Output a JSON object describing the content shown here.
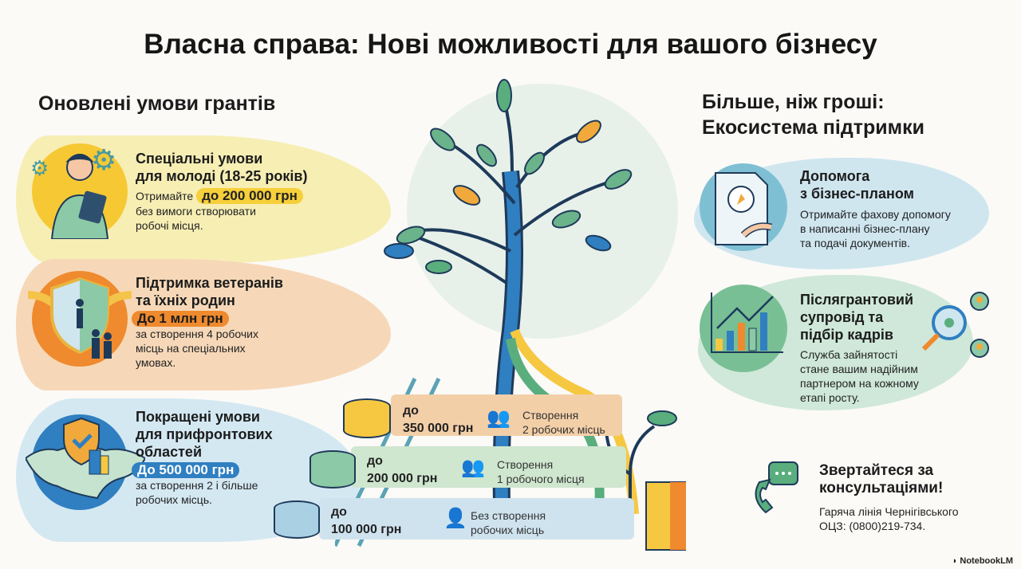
{
  "title": "Власна справа: Нові можливості для вашого бізнесу",
  "left": {
    "heading": "Оновлені умови грантів",
    "cards": [
      {
        "title_1": "Спеціальні умови",
        "title_2": "для молоді (18-25 років)",
        "prefix": "Отримайте",
        "highlight": "до 200 000 грн",
        "text_1": "без вимоги створювати",
        "text_2": "робочі місця.",
        "icon": "young-person-tablet-icon"
      },
      {
        "title_1": "Підтримка ветеранів",
        "title_2": "та їхніх родин",
        "highlight": "До 1 млн грн",
        "text_1": "за створення 4 робочих",
        "text_2": "місць на спеціальних",
        "text_3": "умовах.",
        "icon": "veteran-shield-family-icon"
      },
      {
        "title_1": "Покращені умови",
        "title_2": "для прифронтових",
        "title_3": "областей",
        "highlight": "До 500 000 грн",
        "text_1": "за створення 2 і більше",
        "text_2": "робочих місць.",
        "icon": "ukraine-map-shield-icon"
      }
    ]
  },
  "tiers": [
    {
      "prefix": "до",
      "amount": "350 000 грн",
      "desc_1": "Створення",
      "desc_2": "2 робочих місць",
      "color": "#f3cfa8"
    },
    {
      "prefix": "до",
      "amount": "200 000 грн",
      "desc_1": "Створення",
      "desc_2": "1 робочого місця",
      "color": "#cfe6cf"
    },
    {
      "prefix": "до",
      "amount": "100 000 грн",
      "desc_1": "Без створення",
      "desc_2": "робочих місць",
      "color": "#cfe3ef"
    }
  ],
  "right": {
    "heading_1": "Більше, ніж гроші:",
    "heading_2": "Екосистема підтримки",
    "cards": [
      {
        "title_1": "Допомога",
        "title_2": "з бізнес-планом",
        "text_1": "Отримайте фахову допомогу",
        "text_2": "в написанні бізнес-плану",
        "text_3": "та подачі документів."
      },
      {
        "title_1": "Післягрантовий",
        "title_2": "супровід та",
        "title_3": "підбір кадрів",
        "text_1": "Служба зайнятості",
        "text_2": "стане вашим надійним",
        "text_3": "партнером на кожному",
        "text_4": "етапі росту."
      }
    ],
    "contact": {
      "title_1": "Звертайтеся за",
      "title_2": "консультаціями!",
      "text_1": "Гаряча лінія Чернігівського",
      "text_2": "ОЦЗ: (0800)219-734."
    }
  },
  "brand": "NotebookLM",
  "colors": {
    "yellow": "#f7e9a6",
    "orange": "#f4c9a0",
    "blue": "#bfdceb",
    "green": "#c9e5d3",
    "accentBlue": "#2f7fc1",
    "accentOrange": "#ef8a2e",
    "accentYellow": "#f6c842"
  }
}
